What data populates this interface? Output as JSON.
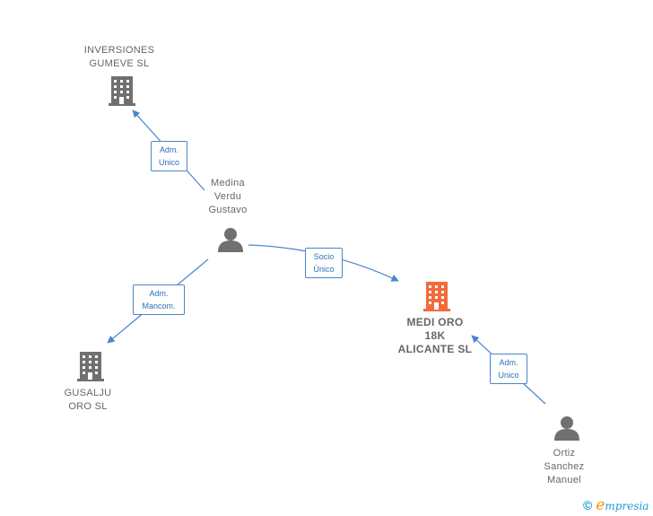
{
  "nodes": {
    "inversiones": {
      "label": [
        "INVERSIONES",
        "GUMEVE SL"
      ],
      "icon": "building-icon",
      "color": "#707070"
    },
    "medina": {
      "label": [
        "Medina",
        "Verdu",
        "Gustavo"
      ],
      "icon": "person-icon",
      "color": "#707070"
    },
    "gusalju": {
      "label": [
        "GUSALJU",
        "ORO SL"
      ],
      "icon": "building-icon",
      "color": "#707070"
    },
    "medioro": {
      "label": [
        "MEDI ORO",
        "18K",
        "ALICANTE SL"
      ],
      "icon": "building-icon",
      "color": "#f26b3a"
    },
    "ortiz": {
      "label": [
        "Ortiz",
        "Sanchez",
        "Manuel"
      ],
      "icon": "person-icon",
      "color": "#707070"
    }
  },
  "edges": {
    "adm_unico_1": [
      "Adm.",
      "Unico"
    ],
    "adm_mancom": [
      "Adm.",
      "Mancom."
    ],
    "socio_unico": [
      "Socio",
      "Único"
    ],
    "adm_unico_2": [
      "Adm.",
      "Unico"
    ]
  },
  "colors": {
    "edge": "#4a86c8"
  },
  "footer": {
    "copyright": "©",
    "brand_initial": "e",
    "brand_rest": "mpresia"
  }
}
